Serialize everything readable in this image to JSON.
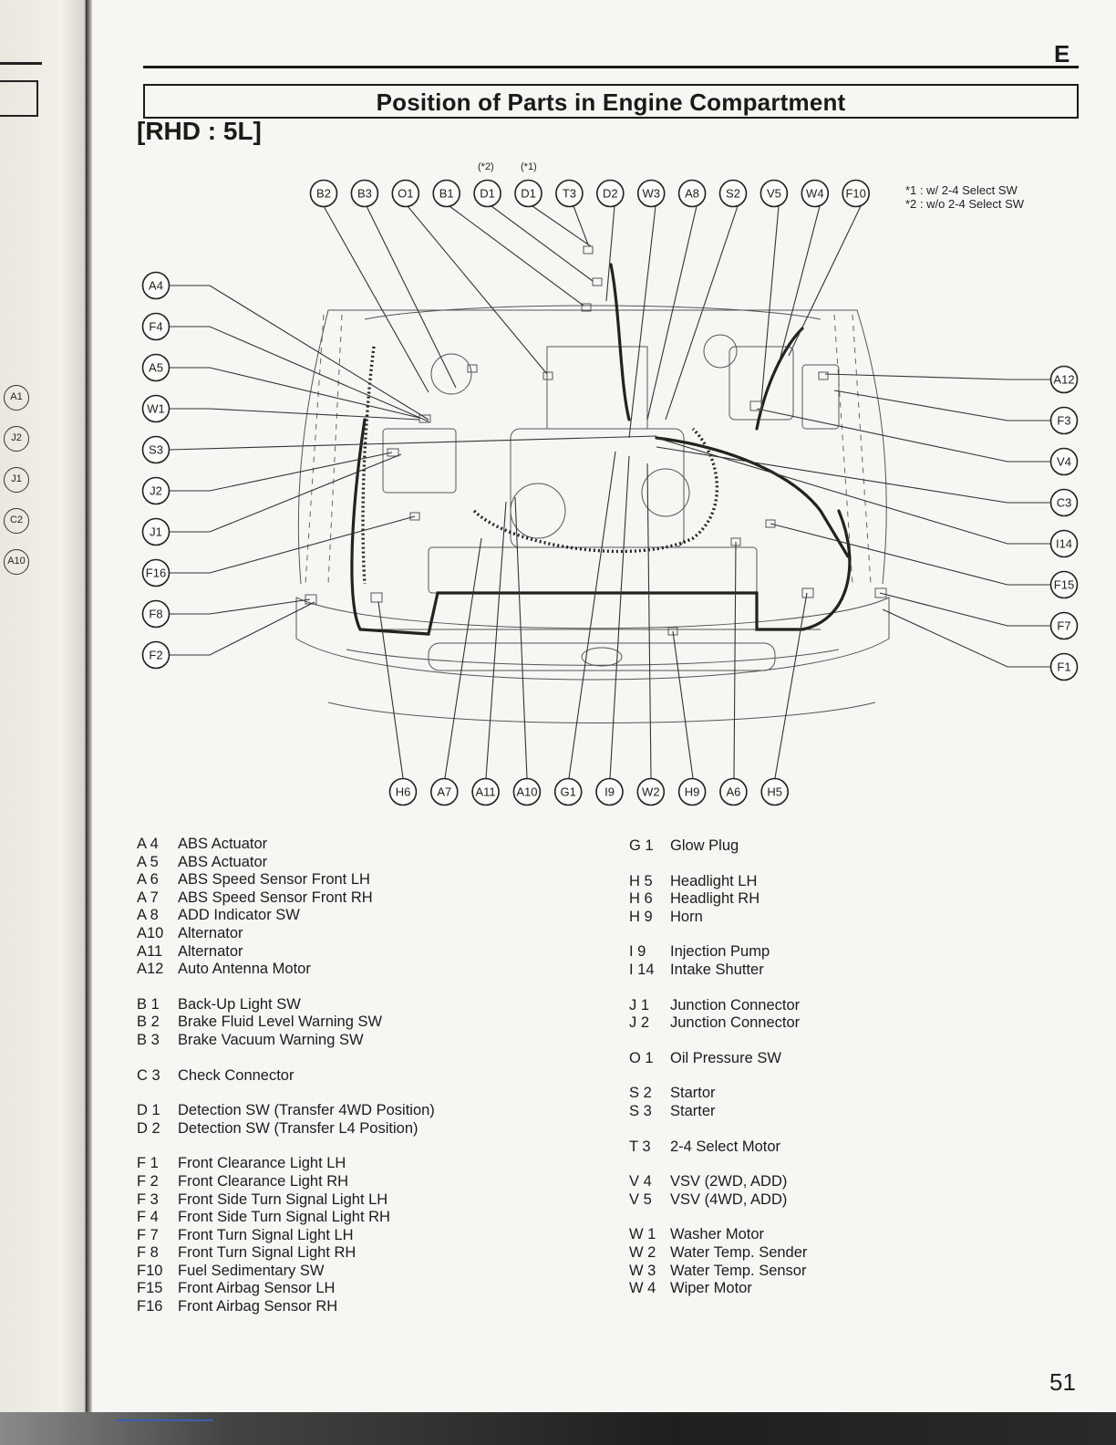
{
  "header": {
    "section_letter": "E",
    "title": "Position of Parts in Engine Compartment",
    "subtitle": "[RHD : 5L]"
  },
  "notes": {
    "marker_1": "(*1)",
    "marker_2": "(*2)",
    "line_1": "*1 : w/ 2-4 Select SW",
    "line_2": "*2 : w/o 2-4 Select SW"
  },
  "prev_page_connectors": [
    "A1",
    "J2",
    "J1",
    "C2",
    "A10"
  ],
  "connectors": {
    "top": [
      "B2",
      "B3",
      "O1",
      "B1",
      "D1",
      "D1",
      "T3",
      "D2",
      "W3",
      "A8",
      "S2",
      "V5",
      "W4",
      "F10"
    ],
    "left": [
      "A4",
      "F4",
      "A5",
      "W1",
      "S3",
      "J2",
      "J1",
      "F16",
      "F8",
      "F2"
    ],
    "right": [
      "A12",
      "F3",
      "V4",
      "C3",
      "I14",
      "F15",
      "F7",
      "F1"
    ],
    "bottom": [
      "H6",
      "A7",
      "A11",
      "A10",
      "G1",
      "I9",
      "W2",
      "H9",
      "A6",
      "H5"
    ]
  },
  "legend": {
    "left": [
      [
        {
          "code": "A 4",
          "name": "ABS Actuator"
        },
        {
          "code": "A 5",
          "name": "ABS Actuator"
        },
        {
          "code": "A 6",
          "name": "ABS Speed Sensor Front LH"
        },
        {
          "code": "A 7",
          "name": "ABS Speed Sensor Front RH"
        },
        {
          "code": "A 8",
          "name": "ADD Indicator SW"
        },
        {
          "code": "A10",
          "name": "Alternator"
        },
        {
          "code": "A11",
          "name": "Alternator"
        },
        {
          "code": "A12",
          "name": "Auto Antenna Motor"
        }
      ],
      [
        {
          "code": "B 1",
          "name": "Back-Up Light SW"
        },
        {
          "code": "B 2",
          "name": "Brake Fluid Level Warning SW"
        },
        {
          "code": "B 3",
          "name": "Brake Vacuum Warning SW"
        }
      ],
      [
        {
          "code": "C 3",
          "name": "Check Connector"
        }
      ],
      [
        {
          "code": "D 1",
          "name": "Detection SW (Transfer 4WD Position)"
        },
        {
          "code": "D 2",
          "name": "Detection SW (Transfer L4 Position)"
        }
      ],
      [
        {
          "code": "F 1",
          "name": "Front Clearance Light LH"
        },
        {
          "code": "F 2",
          "name": "Front Clearance Light RH"
        },
        {
          "code": "F 3",
          "name": "Front Side Turn Signal Light LH"
        },
        {
          "code": "F 4",
          "name": "Front Side Turn Signal Light RH"
        },
        {
          "code": "F 7",
          "name": "Front Turn Signal Light LH"
        },
        {
          "code": "F 8",
          "name": "Front Turn Signal Light RH"
        },
        {
          "code": "F10",
          "name": "Fuel Sedimentary SW"
        },
        {
          "code": "F15",
          "name": "Front Airbag Sensor LH"
        },
        {
          "code": "F16",
          "name": "Front Airbag Sensor RH"
        }
      ]
    ],
    "right": [
      [
        {
          "code": "G 1",
          "name": "Glow Plug"
        }
      ],
      [
        {
          "code": "H 5",
          "name": "Headlight LH"
        },
        {
          "code": "H 6",
          "name": "Headlight RH"
        },
        {
          "code": "H 9",
          "name": "Horn"
        }
      ],
      [
        {
          "code": "I 9",
          "name": "Injection Pump"
        },
        {
          "code": "I 14",
          "name": "Intake Shutter"
        }
      ],
      [
        {
          "code": "J 1",
          "name": "Junction Connector"
        },
        {
          "code": "J 2",
          "name": "Junction Connector"
        }
      ],
      [
        {
          "code": "O 1",
          "name": "Oil Pressure SW"
        }
      ],
      [
        {
          "code": "S 2",
          "name": "Startor"
        },
        {
          "code": "S 3",
          "name": "Starter"
        }
      ],
      [
        {
          "code": "T 3",
          "name": "2-4 Select Motor"
        }
      ],
      [
        {
          "code": "V 4",
          "name": "VSV (2WD, ADD)"
        },
        {
          "code": "V 5",
          "name": "VSV (4WD, ADD)"
        }
      ],
      [
        {
          "code": "W 1",
          "name": "Washer Motor"
        },
        {
          "code": "W 2",
          "name": "Water Temp. Sender"
        },
        {
          "code": "W 3",
          "name": "Water Temp. Sensor"
        },
        {
          "code": "W 4",
          "name": "Wiper Motor"
        }
      ]
    ]
  },
  "page_number": "51"
}
